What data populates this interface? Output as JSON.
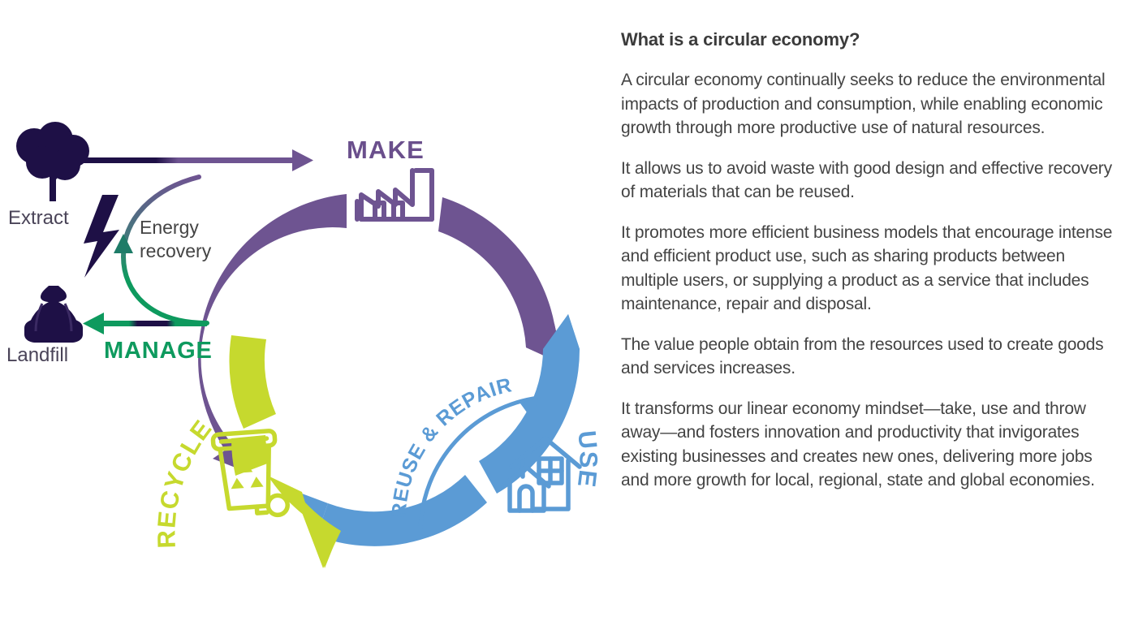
{
  "diagram": {
    "title": "Circular economy cycle diagram",
    "colors": {
      "purple": "#6E5491",
      "purple_dark": "#6A4F8C",
      "lime": "#C6D92E",
      "blue": "#5B9BD5",
      "green": "#0E9A5E",
      "navy": "#1E1046",
      "label_gray": "#4A4458",
      "text_gray": "#444444"
    },
    "stages": [
      {
        "key": "make",
        "label": "MAKE",
        "color": "#6E5491",
        "icon": "factory-icon"
      },
      {
        "key": "use",
        "label": "USE",
        "color": "#5B9BD5",
        "icon": "houses-icon"
      },
      {
        "key": "recycle",
        "label": "RECYCLE",
        "color": "#C6D92E",
        "icon": "recycling-bin-icon"
      }
    ],
    "inner_arrow_label": "REUSE & REPAIR",
    "manage_label": "MANAGE",
    "energy_label_line1": "Energy",
    "energy_label_line2": "recovery",
    "extract_label": "Extract",
    "landfill_label": "Landfill"
  },
  "text": {
    "title": "What is a circular economy?",
    "paragraphs": [
      "A circular economy continually seeks to reduce the environmental impacts of production and consumption, while enabling economic growth through more productive use of natural resources.",
      "It allows us to avoid waste with good design and effective recovery of materials that can be reused.",
      "It promotes more efficient business models that encourage intense and efficient product use, such as sharing products between multiple users, or supplying a product as a service that includes maintenance, repair and disposal.",
      "The value people obtain from the resources used to create goods and services increases.",
      "It transforms our linear economy mindset—take, use and throw away—and fosters innovation and productivity that invigorates existing businesses and creates new ones, delivering more jobs and more growth for local, regional, state and global economies."
    ]
  }
}
